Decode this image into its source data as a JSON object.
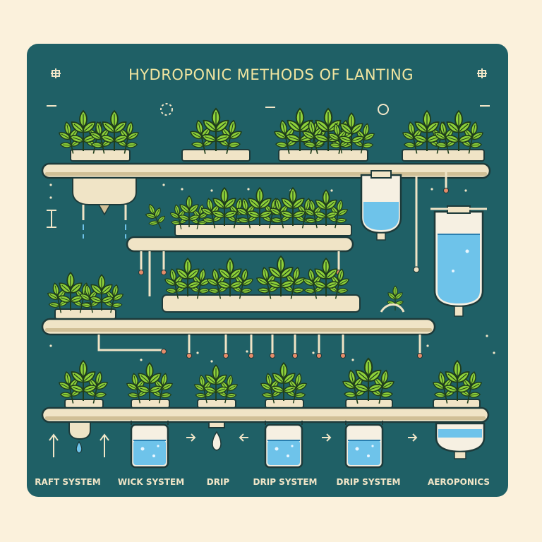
{
  "title": "HYDROPONIC METHODS OF LANTING",
  "labels": [
    "RAFT SYSTEM",
    "WICK SYSTEM",
    "DRIP",
    "DRIP SYSTEM",
    "DRIP SYSTEM",
    "AEROPONICS"
  ],
  "colors": {
    "background": "#fbf1dc",
    "panel": "#1f6066",
    "leaf": "#8ed13a",
    "leaf_light": "#c3ea4e",
    "leaf_outline": "#1f3d1c",
    "pipe": "#f0e4c6",
    "pipe_shadow": "#d0bf96",
    "water": "#6ec3ea",
    "title": "#f1e5a0"
  }
}
